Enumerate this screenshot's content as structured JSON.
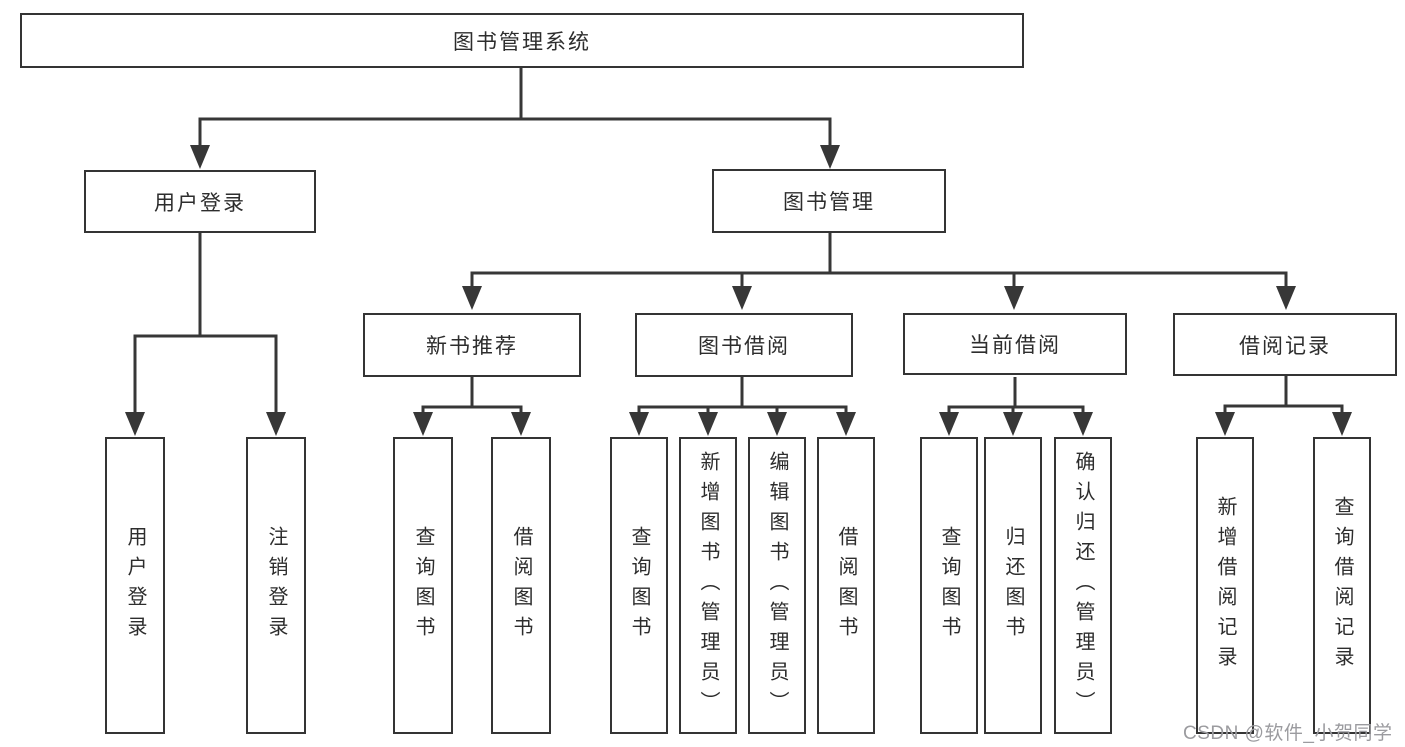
{
  "tree": {
    "label": "图书管理系统",
    "children": [
      {
        "label": "用户登录",
        "children": [
          {
            "label": "用户登录"
          },
          {
            "label": "注销登录"
          }
        ]
      },
      {
        "label": "图书管理",
        "children": [
          {
            "label": "新书推荐",
            "children": [
              {
                "label": "查询图书"
              },
              {
                "label": "借阅图书"
              }
            ]
          },
          {
            "label": "图书借阅",
            "children": [
              {
                "label": "查询图书"
              },
              {
                "label": "新增图书（管理员）"
              },
              {
                "label": "编辑图书（管理员）"
              },
              {
                "label": "借阅图书"
              }
            ]
          },
          {
            "label": "当前借阅",
            "children": [
              {
                "label": "查询图书"
              },
              {
                "label": "归还图书"
              },
              {
                "label": "确认归还（管理员）"
              }
            ]
          },
          {
            "label": "借阅记录",
            "children": [
              {
                "label": "新增借阅记录"
              },
              {
                "label": "查询借阅记录"
              }
            ]
          }
        ]
      }
    ]
  },
  "watermark": {
    "text": "CSDN @软件_小贺同学",
    "color": "#9b9b9f"
  },
  "colors": {
    "line": "#373737",
    "box_border": "#343434",
    "text": "#2d2d2d",
    "background": "#ffffff"
  }
}
